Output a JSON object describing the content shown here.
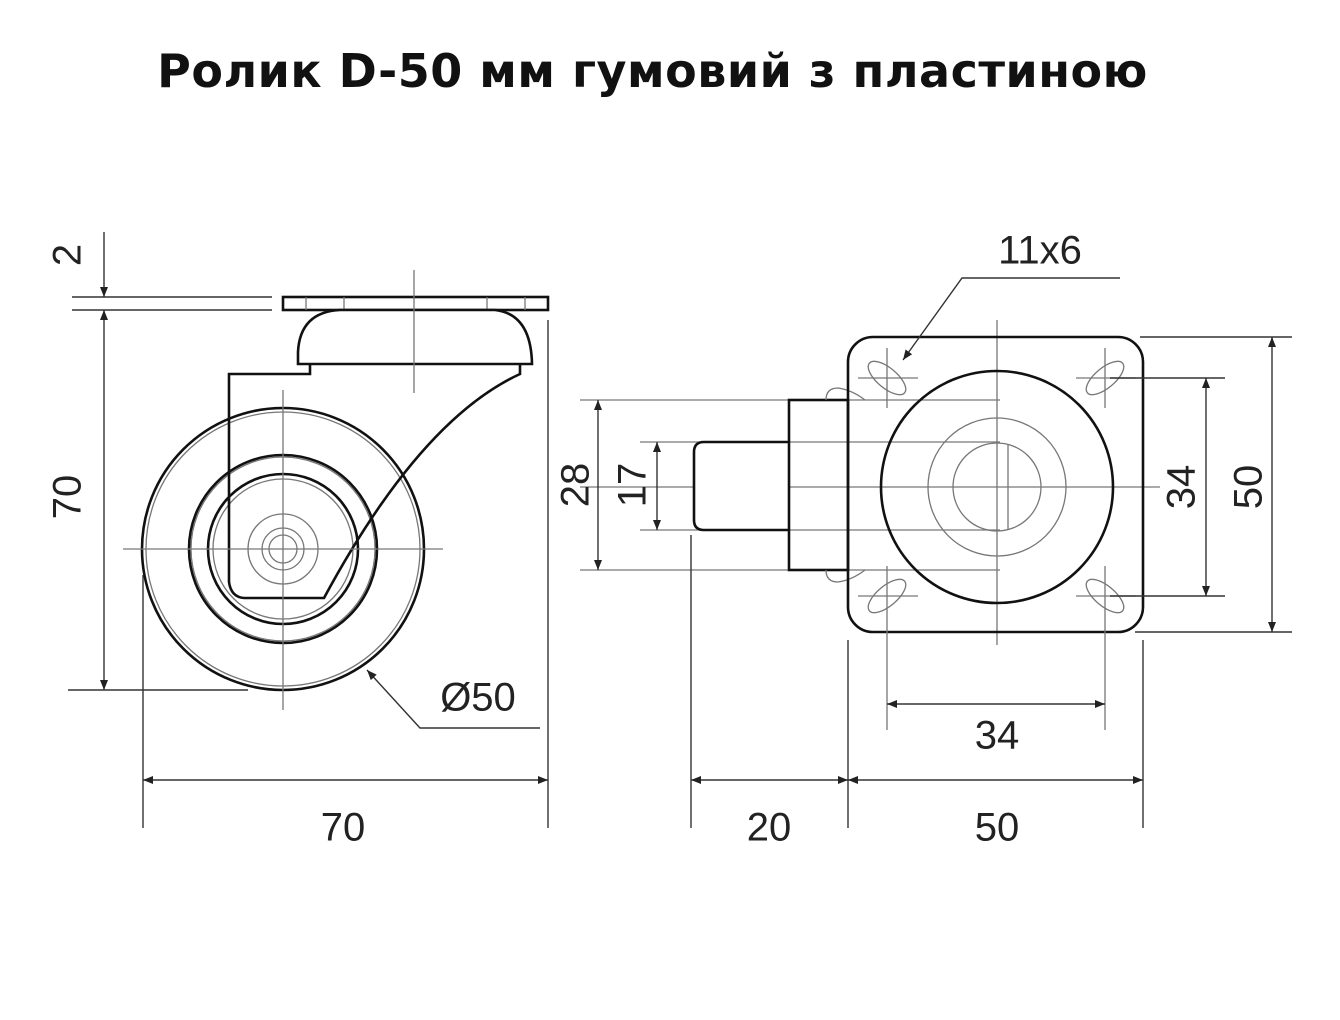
{
  "title": "Ролик D-50 мм гумовий з пластиною",
  "side_view": {
    "plate_thickness": "2",
    "height": "70",
    "width": "70",
    "wheel_diameter": "Ø50"
  },
  "top_view": {
    "slot_size": "11x6",
    "body_height": "28",
    "stem_height": "17",
    "offset": "20",
    "plate_width": "50",
    "hole_spacing_x": "34",
    "hole_spacing_y": "34",
    "plate_height": "50"
  }
}
